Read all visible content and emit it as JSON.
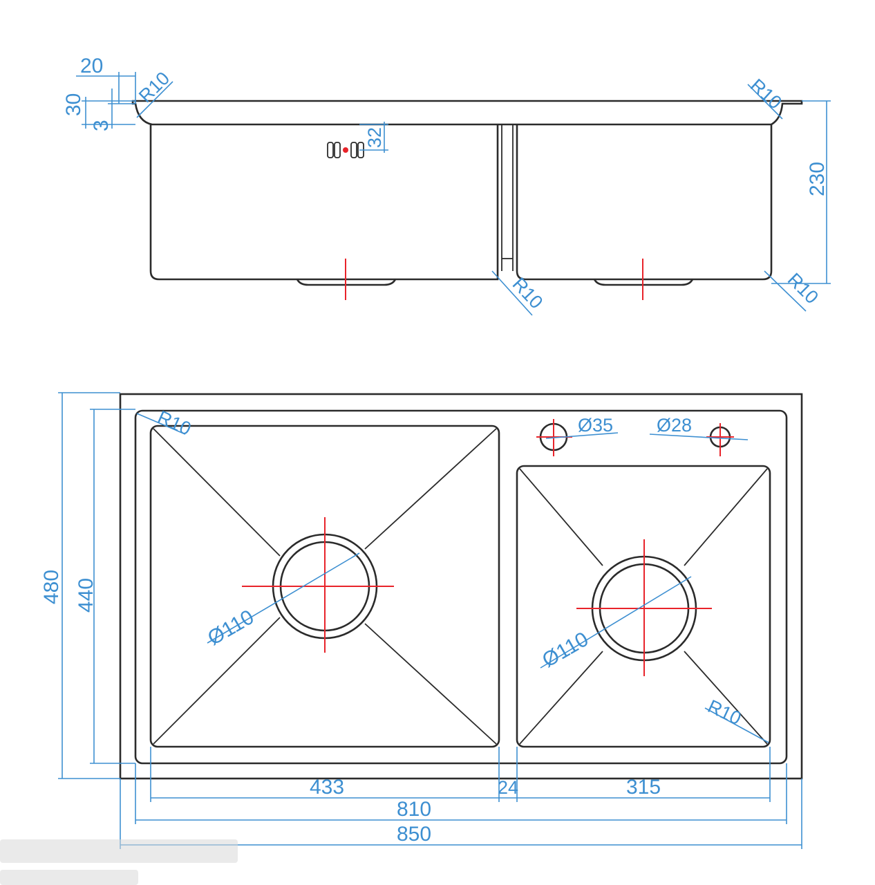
{
  "colors": {
    "outline": "#2b2b2b",
    "dimension": "#3d8fd1",
    "centerline": "#e8232a",
    "background": "#ffffff"
  },
  "side_view": {
    "labels": {
      "flange_width": "20",
      "flange_height": "30",
      "lip_thickness": "3",
      "corner_radius_left": "R10",
      "corner_radius_right": "R10",
      "overflow_offset": "32",
      "total_depth": "230",
      "bottom_radius_center": "R10",
      "bottom_radius_right": "R10"
    }
  },
  "top_view": {
    "labels": {
      "total_width": "850",
      "inner_width": "810",
      "left_bowl_width": "433",
      "divider_width": "24",
      "right_bowl_width": "315",
      "total_depth": "480",
      "inner_depth": "440",
      "corner_radius_top": "R10",
      "corner_radius_bowl": "R10",
      "left_drain_diameter": "Ø110",
      "right_drain_diameter": "Ø110",
      "faucet_hole": "Ø35",
      "accessory_hole": "Ø28"
    }
  }
}
